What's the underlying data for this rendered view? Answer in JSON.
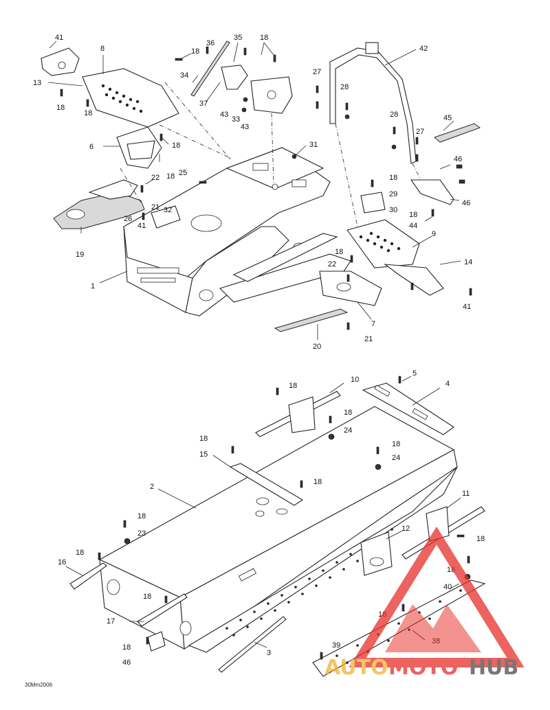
{
  "figure": {
    "drawing_code": "30Mm2006"
  },
  "callouts_top": [
    "41",
    "8",
    "13",
    "18",
    "18",
    "6",
    "18",
    "36",
    "35",
    "18",
    "34",
    "37",
    "43",
    "33",
    "43",
    "18",
    "42",
    "27",
    "28",
    "28",
    "45",
    "27",
    "46",
    "46",
    "31",
    "18",
    "22",
    "25",
    "21",
    "32",
    "26",
    "41",
    "19",
    "1",
    "18",
    "29",
    "30",
    "18",
    "44",
    "9",
    "14",
    "22",
    "18",
    "7",
    "41",
    "20",
    "21"
  ],
  "callouts_bottom": [
    "18",
    "10",
    "5",
    "4",
    "18",
    "24",
    "18",
    "15",
    "18",
    "24",
    "18",
    "2",
    "18",
    "23",
    "18",
    "16",
    "11",
    "12",
    "18",
    "18",
    "40",
    "18",
    "17",
    "18",
    "38",
    "18",
    "46",
    "39",
    "3"
  ],
  "watermark": {
    "part1": "AUTO",
    "part2": "MOTO",
    "part3": "HUB",
    "color_main": "#e8302a",
    "color_accent": "#f2b134",
    "color_dark": "#4a4a4a"
  }
}
